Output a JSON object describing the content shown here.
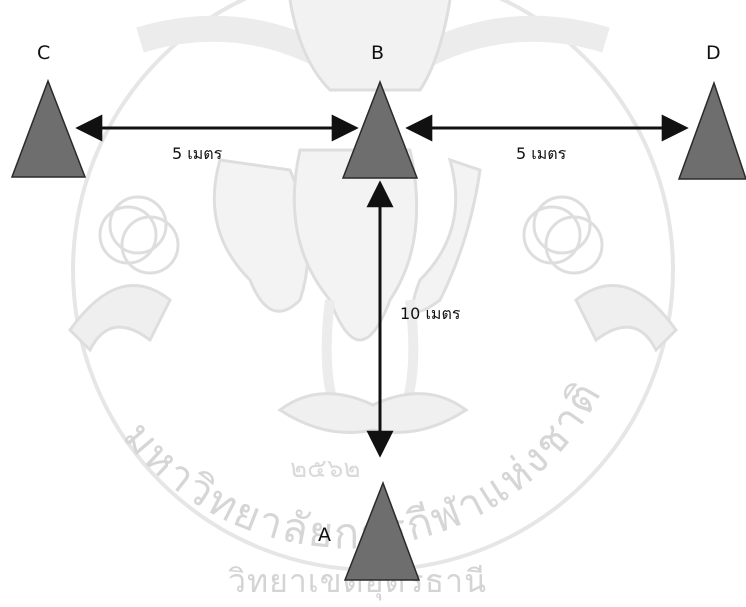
{
  "watermark": {
    "arc_text": "มหาวิทยาลัยการกีฬาแห่งชาติ",
    "campus_text": "วิทยาเขตอุดรธานี",
    "year_text": "๒๕๖๒"
  },
  "diagram": {
    "cones": [
      {
        "id": "A",
        "label": "A"
      },
      {
        "id": "B",
        "label": "B"
      },
      {
        "id": "C",
        "label": "C"
      },
      {
        "id": "D",
        "label": "D"
      }
    ],
    "distances": [
      {
        "from": "C",
        "to": "B",
        "label": "5 เมตร"
      },
      {
        "from": "B",
        "to": "D",
        "label": "5 เมตร"
      },
      {
        "from": "B",
        "to": "A",
        "label": "10 เมตร"
      }
    ]
  },
  "colors": {
    "cone_fill": "#6e6e6e",
    "cone_stroke": "#2a2a2a",
    "arrow": "#111111",
    "watermark": "#d6d6d6"
  }
}
